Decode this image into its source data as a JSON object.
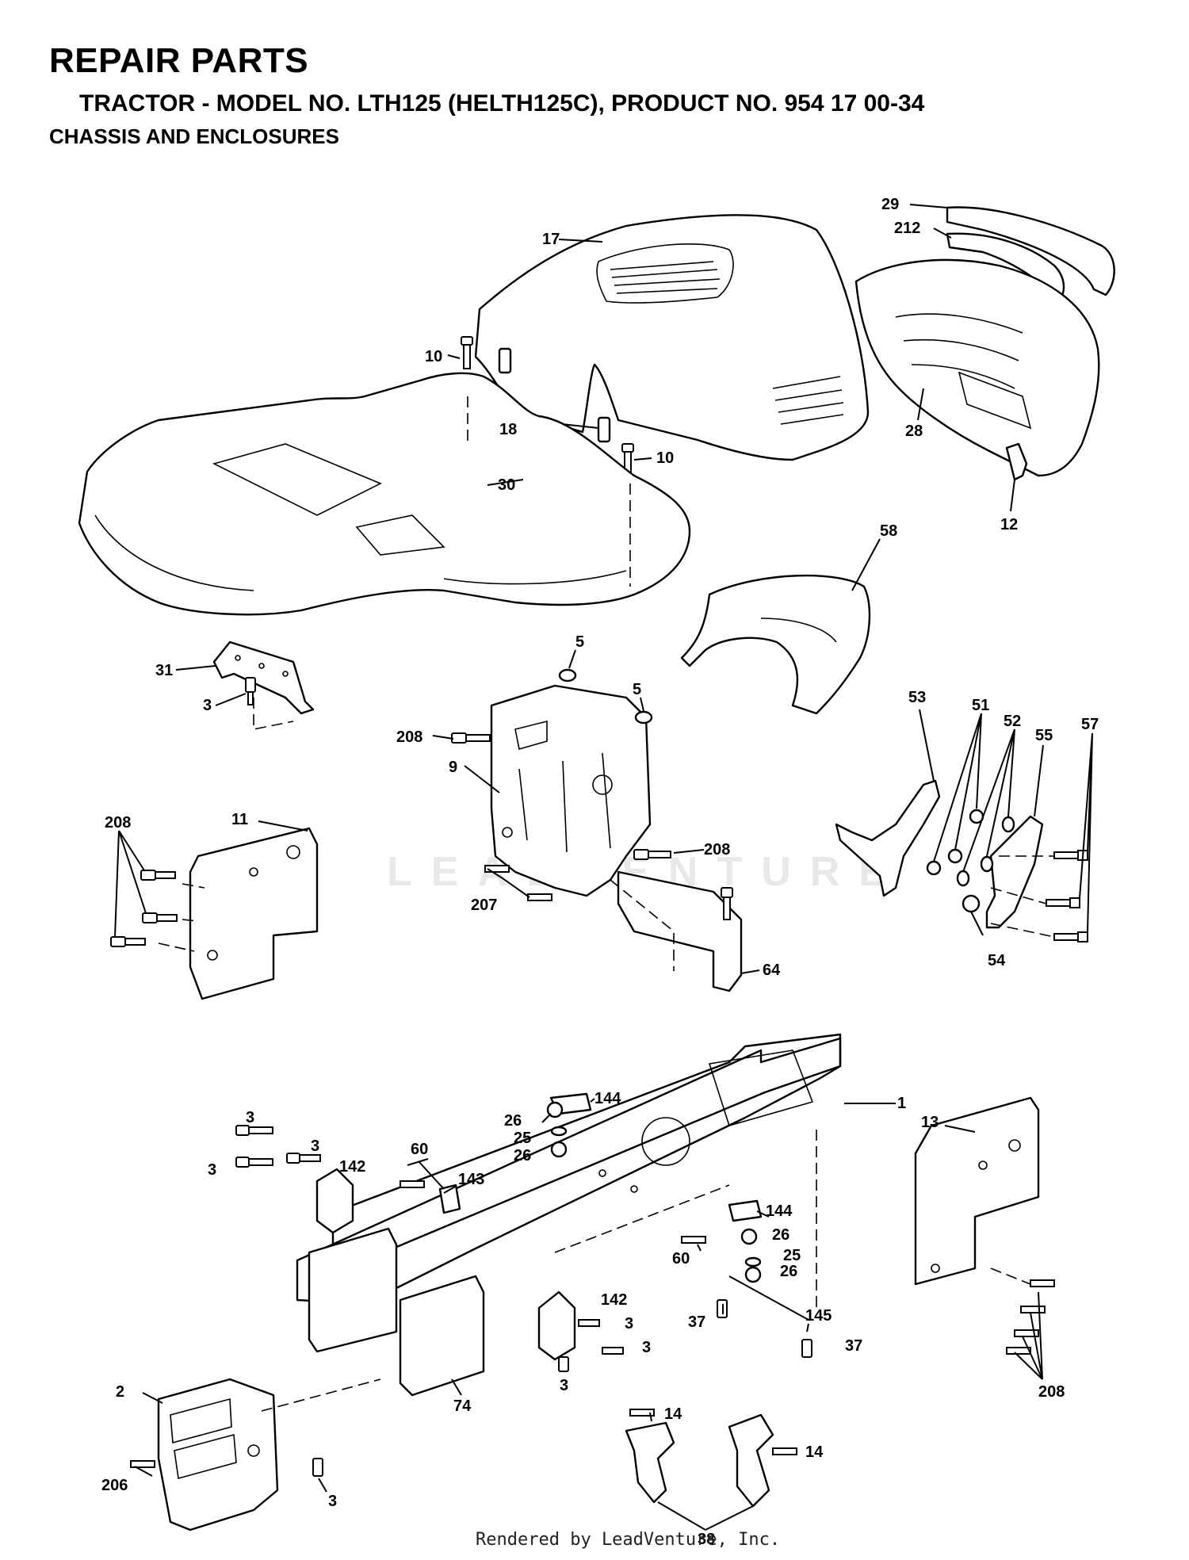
{
  "header": {
    "title": "REPAIR PARTS",
    "subtitle": "TRACTOR - MODEL NO. LTH125 (HELTH125C), PRODUCT NO. 954 17 00-34",
    "section": "CHASSIS AND ENCLOSURES"
  },
  "watermark": "LEADVENTURE",
  "footer": "Rendered by LeadVenture, Inc.",
  "callouts": {
    "c29": "29",
    "c212": "212",
    "c17": "17",
    "c10a": "10",
    "c10b": "10",
    "c18": "18",
    "c28": "28",
    "c12": "12",
    "c30": "30",
    "c58": "58",
    "c31": "31",
    "c3a": "3",
    "c5a": "5",
    "c5b": "5",
    "c208a": "208",
    "c9": "9",
    "c53": "53",
    "c51": "51",
    "c52": "52",
    "c55": "55",
    "c57": "57",
    "c208b": "208",
    "c11": "11",
    "c208c": "208",
    "c207": "207",
    "c64": "64",
    "c54": "54",
    "c144a": "144",
    "c26a": "26",
    "c25a": "25",
    "c26b": "26",
    "c1": "1",
    "c13": "13",
    "c3b": "3",
    "c3c": "3",
    "c3d": "3",
    "c142a": "142",
    "c60a": "60",
    "c143": "143",
    "c144b": "144",
    "c26c": "26",
    "c60b": "60",
    "c25b": "25",
    "c26d": "26",
    "c37a": "37",
    "c142b": "142",
    "c3e": "3",
    "c3f": "3",
    "c3g": "3",
    "c145": "145",
    "c37b": "37",
    "c2": "2",
    "c74": "74",
    "c14a": "14",
    "c14b": "14",
    "c208d": "208",
    "c206": "206",
    "c3h": "3",
    "c38": "38"
  }
}
